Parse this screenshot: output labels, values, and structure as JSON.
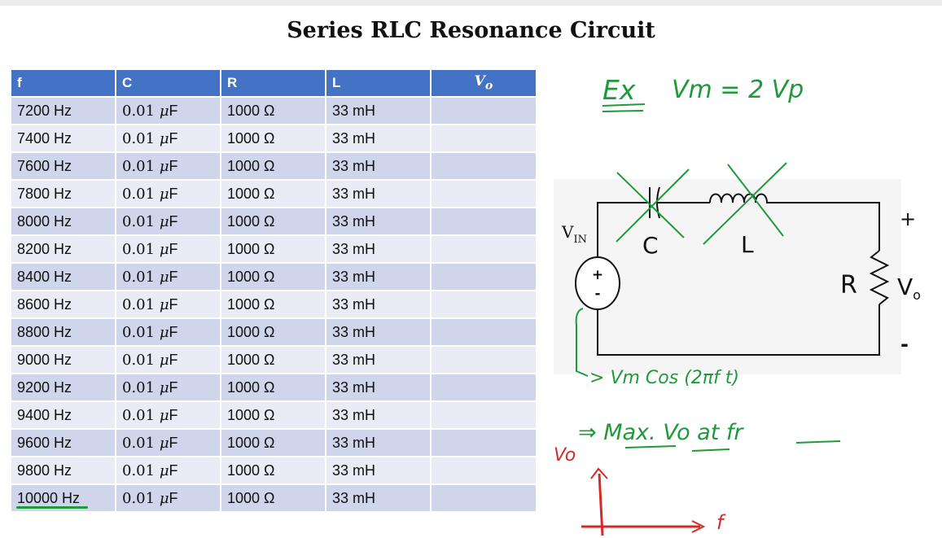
{
  "title": "Series RLC Resonance Circuit",
  "table": {
    "headers": [
      "f",
      "C",
      "R",
      "L",
      "Vo"
    ],
    "rows": [
      {
        "f": "7200 Hz",
        "c_value": "0.01 ",
        "c_unit_prefix": "μ",
        "c_unit": "F",
        "r": "1000 Ω",
        "l": "33 mH",
        "vo": ""
      },
      {
        "f": "7400 Hz",
        "c_value": "0.01 ",
        "c_unit_prefix": "μ",
        "c_unit": "F",
        "r": "1000 Ω",
        "l": "33 mH",
        "vo": ""
      },
      {
        "f": "7600 Hz",
        "c_value": "0.01 ",
        "c_unit_prefix": "μ",
        "c_unit": "F",
        "r": "1000 Ω",
        "l": "33 mH",
        "vo": ""
      },
      {
        "f": "7800 Hz",
        "c_value": "0.01 ",
        "c_unit_prefix": "μ",
        "c_unit": "F",
        "r": "1000 Ω",
        "l": "33 mH",
        "vo": ""
      },
      {
        "f": "8000 Hz",
        "c_value": "0.01 ",
        "c_unit_prefix": "μ",
        "c_unit": "F",
        "r": "1000 Ω",
        "l": "33 mH",
        "vo": ""
      },
      {
        "f": "8200 Hz",
        "c_value": "0.01 ",
        "c_unit_prefix": "μ",
        "c_unit": "F",
        "r": "1000 Ω",
        "l": "33 mH",
        "vo": ""
      },
      {
        "f": "8400 Hz",
        "c_value": "0.01 ",
        "c_unit_prefix": "μ",
        "c_unit": "F",
        "r": "1000 Ω",
        "l": "33 mH",
        "vo": ""
      },
      {
        "f": "8600 Hz",
        "c_value": "0.01 ",
        "c_unit_prefix": "μ",
        "c_unit": "F",
        "r": "1000 Ω",
        "l": "33 mH",
        "vo": ""
      },
      {
        "f": "8800 Hz",
        "c_value": "0.01 ",
        "c_unit_prefix": "μ",
        "c_unit": "F",
        "r": "1000 Ω",
        "l": "33 mH",
        "vo": ""
      },
      {
        "f": "9000 Hz",
        "c_value": "0.01 ",
        "c_unit_prefix": "μ",
        "c_unit": "F",
        "r": "1000 Ω",
        "l": "33 mH",
        "vo": ""
      },
      {
        "f": "9200 Hz",
        "c_value": "0.01 ",
        "c_unit_prefix": "μ",
        "c_unit": "F",
        "r": "1000 Ω",
        "l": "33 mH",
        "vo": ""
      },
      {
        "f": "9400 Hz",
        "c_value": "0.01 ",
        "c_unit_prefix": "μ",
        "c_unit": "F",
        "r": "1000 Ω",
        "l": "33 mH",
        "vo": ""
      },
      {
        "f": "9600 Hz",
        "c_value": "0.01 ",
        "c_unit_prefix": "μ",
        "c_unit": "F",
        "r": "1000 Ω",
        "l": "33 mH",
        "vo": ""
      },
      {
        "f": "9800 Hz",
        "c_value": "0.01 ",
        "c_unit_prefix": "μ",
        "c_unit": "F",
        "r": "1000 Ω",
        "l": "33 mH",
        "vo": ""
      },
      {
        "f": "10000 Hz",
        "c_value": "0.01 ",
        "c_unit_prefix": "μ",
        "c_unit": "F",
        "r": "1000 Ω",
        "l": "33 mH",
        "vo": ""
      }
    ]
  },
  "circuit": {
    "vin_label": "V",
    "vin_sub": "IN",
    "source_plus": "+",
    "source_minus": "-",
    "cap_label": "C",
    "ind_label": "L",
    "res_label": "R",
    "vo_label": "V",
    "vo_sub": "o",
    "out_plus": "+",
    "out_minus": "-"
  },
  "annotations": {
    "example": "Ex",
    "vm_eq": "Vm = 2 Vp",
    "source_expr": "Vm Cos (2πf t)",
    "max_note": "⇒ Max. Vo at fr",
    "graph_y": "Vo",
    "graph_x": "f"
  },
  "colors": {
    "header_bg": "#4472c4",
    "row_odd": "#cfd5ea",
    "row_even": "#e9ebf5",
    "ink_green": "#1f9a3a",
    "ink_red": "#d42a2a"
  }
}
